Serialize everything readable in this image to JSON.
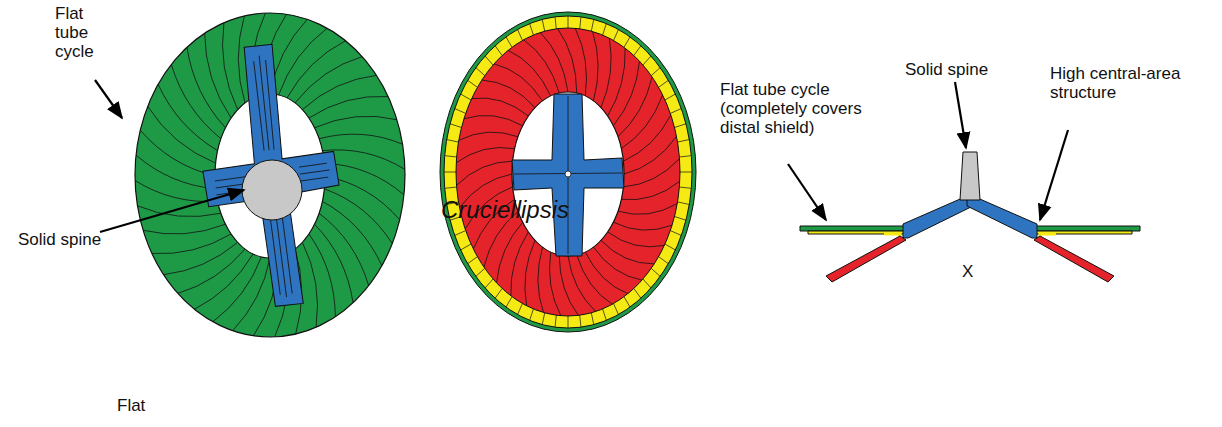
{
  "diagram": {
    "title": "Cruciellipsis",
    "labels": [
      "Flat tube cycle",
      "Solid spine",
      "Flat",
      "Flat tube cycle (completely covers distal shield)",
      "Solid spine",
      "High central-area structure",
      "X"
    ]
  }
}
